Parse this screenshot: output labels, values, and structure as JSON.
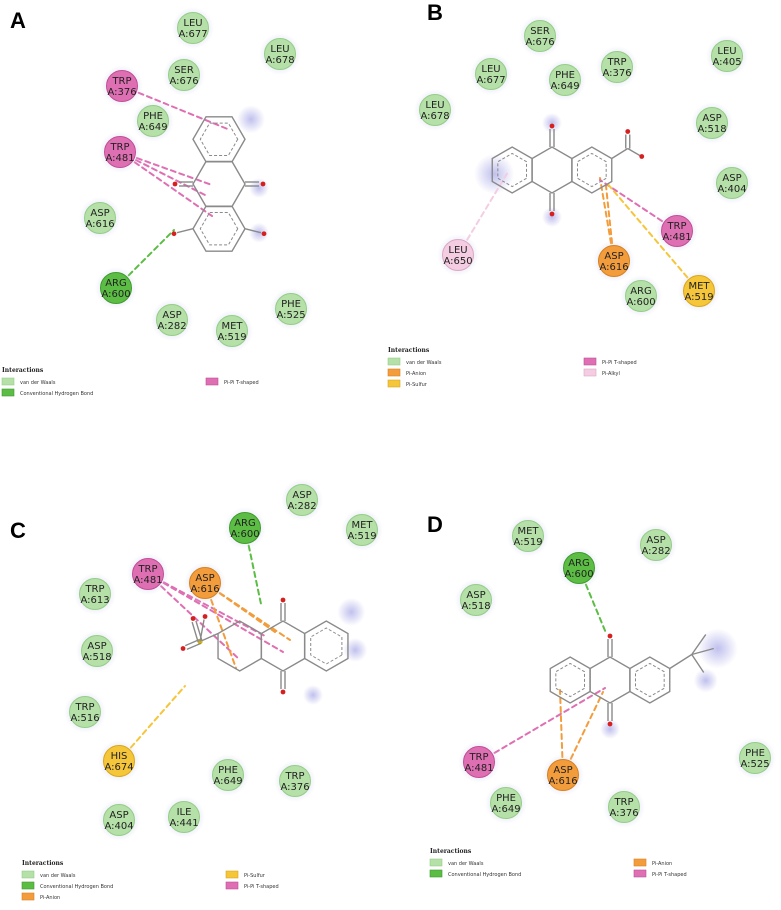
{
  "colors": {
    "vdw": "#b5e0a8",
    "vdw_stroke": "#95cc88",
    "hbond": "#5cbd45",
    "hbond_stroke": "#3f9a2c",
    "pi_tshaped": "#df6fb3",
    "pi_tshaped_stroke": "#c24d96",
    "pi_anion": "#f39c3c",
    "pi_anion_stroke": "#d7801f",
    "pi_sulfur": "#f5c53a",
    "pi_sulfur_stroke": "#d9a71a",
    "pi_alkyl": "#f4cde2",
    "pi_alkyl_stroke": "#dca8c4",
    "atom_O": "#d62020",
    "atom_S": "#d8b400",
    "bond": "#8a8a8a",
    "halo": "#8c8ce0"
  },
  "panels": [
    {
      "letter": "A",
      "residues": [
        {
          "name": "LEU",
          "num": "A:677",
          "type": "vdw"
        },
        {
          "name": "LEU",
          "num": "A:678",
          "type": "vdw"
        },
        {
          "name": "TRP",
          "num": "A:376",
          "type": "pi_tshaped"
        },
        {
          "name": "SER",
          "num": "A:676",
          "type": "vdw"
        },
        {
          "name": "PHE",
          "num": "A:649",
          "type": "vdw"
        },
        {
          "name": "TRP",
          "num": "A:481",
          "type": "pi_tshaped"
        },
        {
          "name": "ASP",
          "num": "A:616",
          "type": "vdw"
        },
        {
          "name": "ARG",
          "num": "A:600",
          "type": "hbond"
        },
        {
          "name": "ASP",
          "num": "A:282",
          "type": "vdw"
        },
        {
          "name": "MET",
          "num": "A:519",
          "type": "vdw"
        },
        {
          "name": "PHE",
          "num": "A:525",
          "type": "vdw"
        }
      ],
      "legend": {
        "title": "Interactions",
        "items": [
          {
            "label": "van der Waals",
            "type": "vdw"
          },
          {
            "label": "Conventional Hydrogen Bond",
            "type": "hbond"
          },
          {
            "label": "Pi-Pi T-shaped",
            "type": "pi_tshaped"
          }
        ]
      }
    },
    {
      "letter": "B",
      "residues": [
        {
          "name": "SER",
          "num": "A:676",
          "type": "vdw"
        },
        {
          "name": "LEU",
          "num": "A:677",
          "type": "vdw"
        },
        {
          "name": "PHE",
          "num": "A:649",
          "type": "vdw"
        },
        {
          "name": "TRP",
          "num": "A:376",
          "type": "vdw"
        },
        {
          "name": "LEU",
          "num": "A:405",
          "type": "vdw"
        },
        {
          "name": "LEU",
          "num": "A:678",
          "type": "vdw"
        },
        {
          "name": "ASP",
          "num": "A:518",
          "type": "vdw"
        },
        {
          "name": "ASP",
          "num": "A:404",
          "type": "vdw"
        },
        {
          "name": "TRP",
          "num": "A:481",
          "type": "pi_tshaped"
        },
        {
          "name": "LEU",
          "num": "A:650",
          "type": "pi_alkyl"
        },
        {
          "name": "ASP",
          "num": "A:616",
          "type": "pi_anion"
        },
        {
          "name": "ARG",
          "num": "A:600",
          "type": "vdw"
        },
        {
          "name": "MET",
          "num": "A:519",
          "type": "pi_sulfur"
        }
      ],
      "legend": {
        "title": "Interactions",
        "items": [
          {
            "label": "van der Waals",
            "type": "vdw"
          },
          {
            "label": "Pi-Anion",
            "type": "pi_anion"
          },
          {
            "label": "Pi-Sulfur",
            "type": "pi_sulfur"
          },
          {
            "label": "Pi-Pi T-shaped",
            "type": "pi_tshaped"
          },
          {
            "label": "Pi-Alkyl",
            "type": "pi_alkyl"
          }
        ]
      }
    },
    {
      "letter": "C",
      "residues": [
        {
          "name": "ASP",
          "num": "A:282",
          "type": "vdw"
        },
        {
          "name": "ARG",
          "num": "A:600",
          "type": "hbond"
        },
        {
          "name": "MET",
          "num": "A:519",
          "type": "vdw"
        },
        {
          "name": "TRP",
          "num": "A:481",
          "type": "pi_tshaped"
        },
        {
          "name": "ASP",
          "num": "A:616",
          "type": "pi_anion"
        },
        {
          "name": "TRP",
          "num": "A:613",
          "type": "vdw"
        },
        {
          "name": "ASP",
          "num": "A:518",
          "type": "vdw"
        },
        {
          "name": "TRP",
          "num": "A:516",
          "type": "vdw"
        },
        {
          "name": "HIS",
          "num": "A:674",
          "type": "pi_sulfur"
        },
        {
          "name": "PHE",
          "num": "A:649",
          "type": "vdw"
        },
        {
          "name": "TRP",
          "num": "A:376",
          "type": "vdw"
        },
        {
          "name": "ASP",
          "num": "A:404",
          "type": "vdw"
        },
        {
          "name": "ILE",
          "num": "A:441",
          "type": "vdw"
        }
      ],
      "legend": {
        "title": "Interactions",
        "items": [
          {
            "label": "van der Waals",
            "type": "vdw"
          },
          {
            "label": "Conventional Hydrogen Bond",
            "type": "hbond"
          },
          {
            "label": "Pi-Anion",
            "type": "pi_anion"
          },
          {
            "label": "Pi-Sulfur",
            "type": "pi_sulfur"
          },
          {
            "label": "Pi-Pi T-shaped",
            "type": "pi_tshaped"
          }
        ]
      }
    },
    {
      "letter": "D",
      "residues": [
        {
          "name": "MET",
          "num": "A:519",
          "type": "vdw"
        },
        {
          "name": "ARG",
          "num": "A:600",
          "type": "hbond"
        },
        {
          "name": "ASP",
          "num": "A:282",
          "type": "vdw"
        },
        {
          "name": "ASP",
          "num": "A:518",
          "type": "vdw"
        },
        {
          "name": "TRP",
          "num": "A:481",
          "type": "pi_tshaped"
        },
        {
          "name": "ASP",
          "num": "A:616",
          "type": "pi_anion"
        },
        {
          "name": "PHE",
          "num": "A:649",
          "type": "vdw"
        },
        {
          "name": "TRP",
          "num": "A:376",
          "type": "vdw"
        },
        {
          "name": "PHE",
          "num": "A:525",
          "type": "vdw"
        }
      ],
      "legend": {
        "title": "Interactions",
        "items": [
          {
            "label": "van der Waals",
            "type": "vdw"
          },
          {
            "label": "Conventional Hydrogen Bond",
            "type": "hbond"
          },
          {
            "label": "Pi-Anion",
            "type": "pi_anion"
          },
          {
            "label": "Pi-Pi T-shaped",
            "type": "pi_tshaped"
          }
        ]
      }
    }
  ]
}
